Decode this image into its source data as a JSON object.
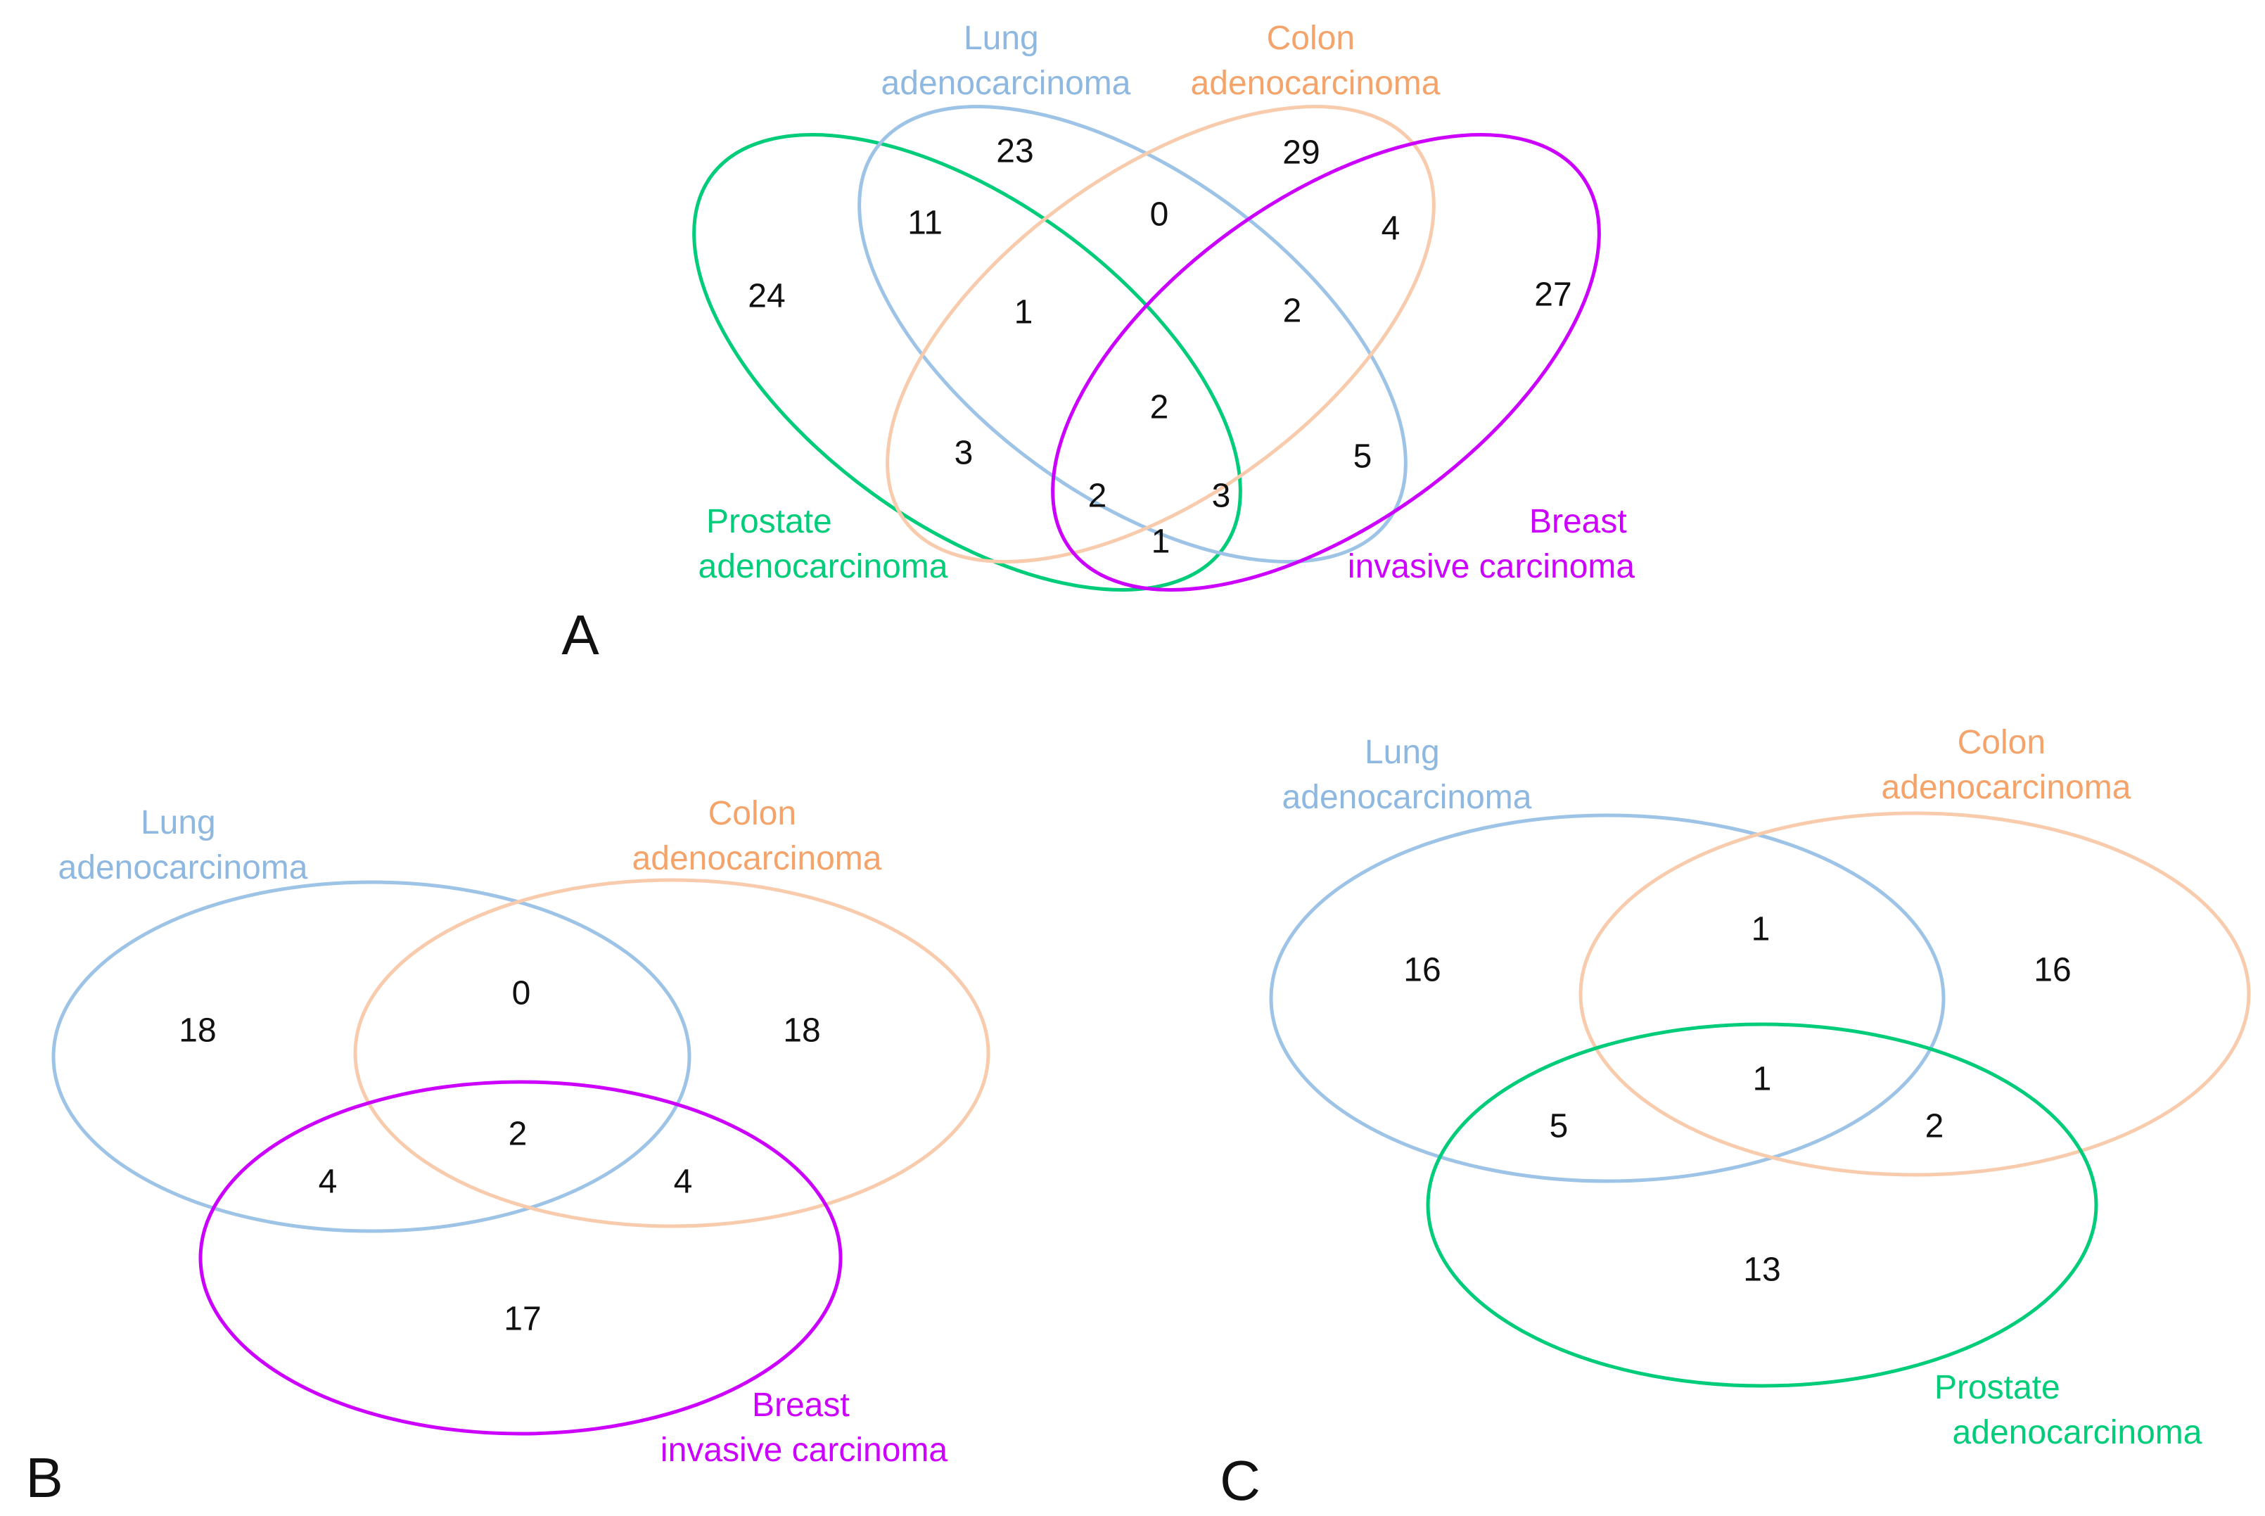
{
  "colors": {
    "lung": "#9dc3e6",
    "colon": "#f8cbad",
    "prostate": "#00cc7a",
    "breast": "#cc00ff",
    "count_text": "#111111",
    "label_text_lung": "#8fb8e0",
    "label_text_colon": "#f4a46a"
  },
  "panels": {
    "A": {
      "letter": "A",
      "sets": {
        "lung": [
          "Lung",
          "adenocarcinoma"
        ],
        "colon": [
          "Colon",
          "adenocarcinoma"
        ],
        "prostate": [
          "Prostate",
          "adenocarcinoma"
        ],
        "breast": [
          "Breast",
          "invasive carcinoma"
        ]
      },
      "regions": {
        "lung_only": "23",
        "colon_only": "29",
        "prostate_only": "24",
        "breast_only": "27",
        "lung_prostate": "11",
        "lung_colon": "0",
        "colon_breast": "4",
        "lung_colon_prostate": "1",
        "lung_colon_breast": "2",
        "all_four": "2",
        "colon_prostate": "3",
        "lung_breast": "5",
        "colon_prostate_breast": "2",
        "lung_prostate_breast": "3",
        "prostate_breast": "1"
      }
    },
    "B": {
      "letter": "B",
      "sets": {
        "lung": [
          "Lung",
          "adenocarcinoma"
        ],
        "colon": [
          "Colon",
          "adenocarcinoma"
        ],
        "breast": [
          "Breast",
          "invasive carcinoma"
        ]
      },
      "regions": {
        "lung_only": "18",
        "colon_only": "18",
        "breast_only": "17",
        "lung_colon": "0",
        "lung_breast": "4",
        "colon_breast": "4",
        "all_three": "2"
      }
    },
    "C": {
      "letter": "C",
      "sets": {
        "lung": [
          "Lung",
          "adenocarcinoma"
        ],
        "colon": [
          "Colon",
          "adenocarcinoma"
        ],
        "prostate": [
          "Prostate",
          "adenocarcinoma"
        ]
      },
      "regions": {
        "lung_only": "16",
        "colon_only": "16",
        "prostate_only": "13",
        "lung_colon": "1",
        "lung_prostate": "5",
        "colon_prostate": "2",
        "all_three": "1"
      }
    }
  }
}
